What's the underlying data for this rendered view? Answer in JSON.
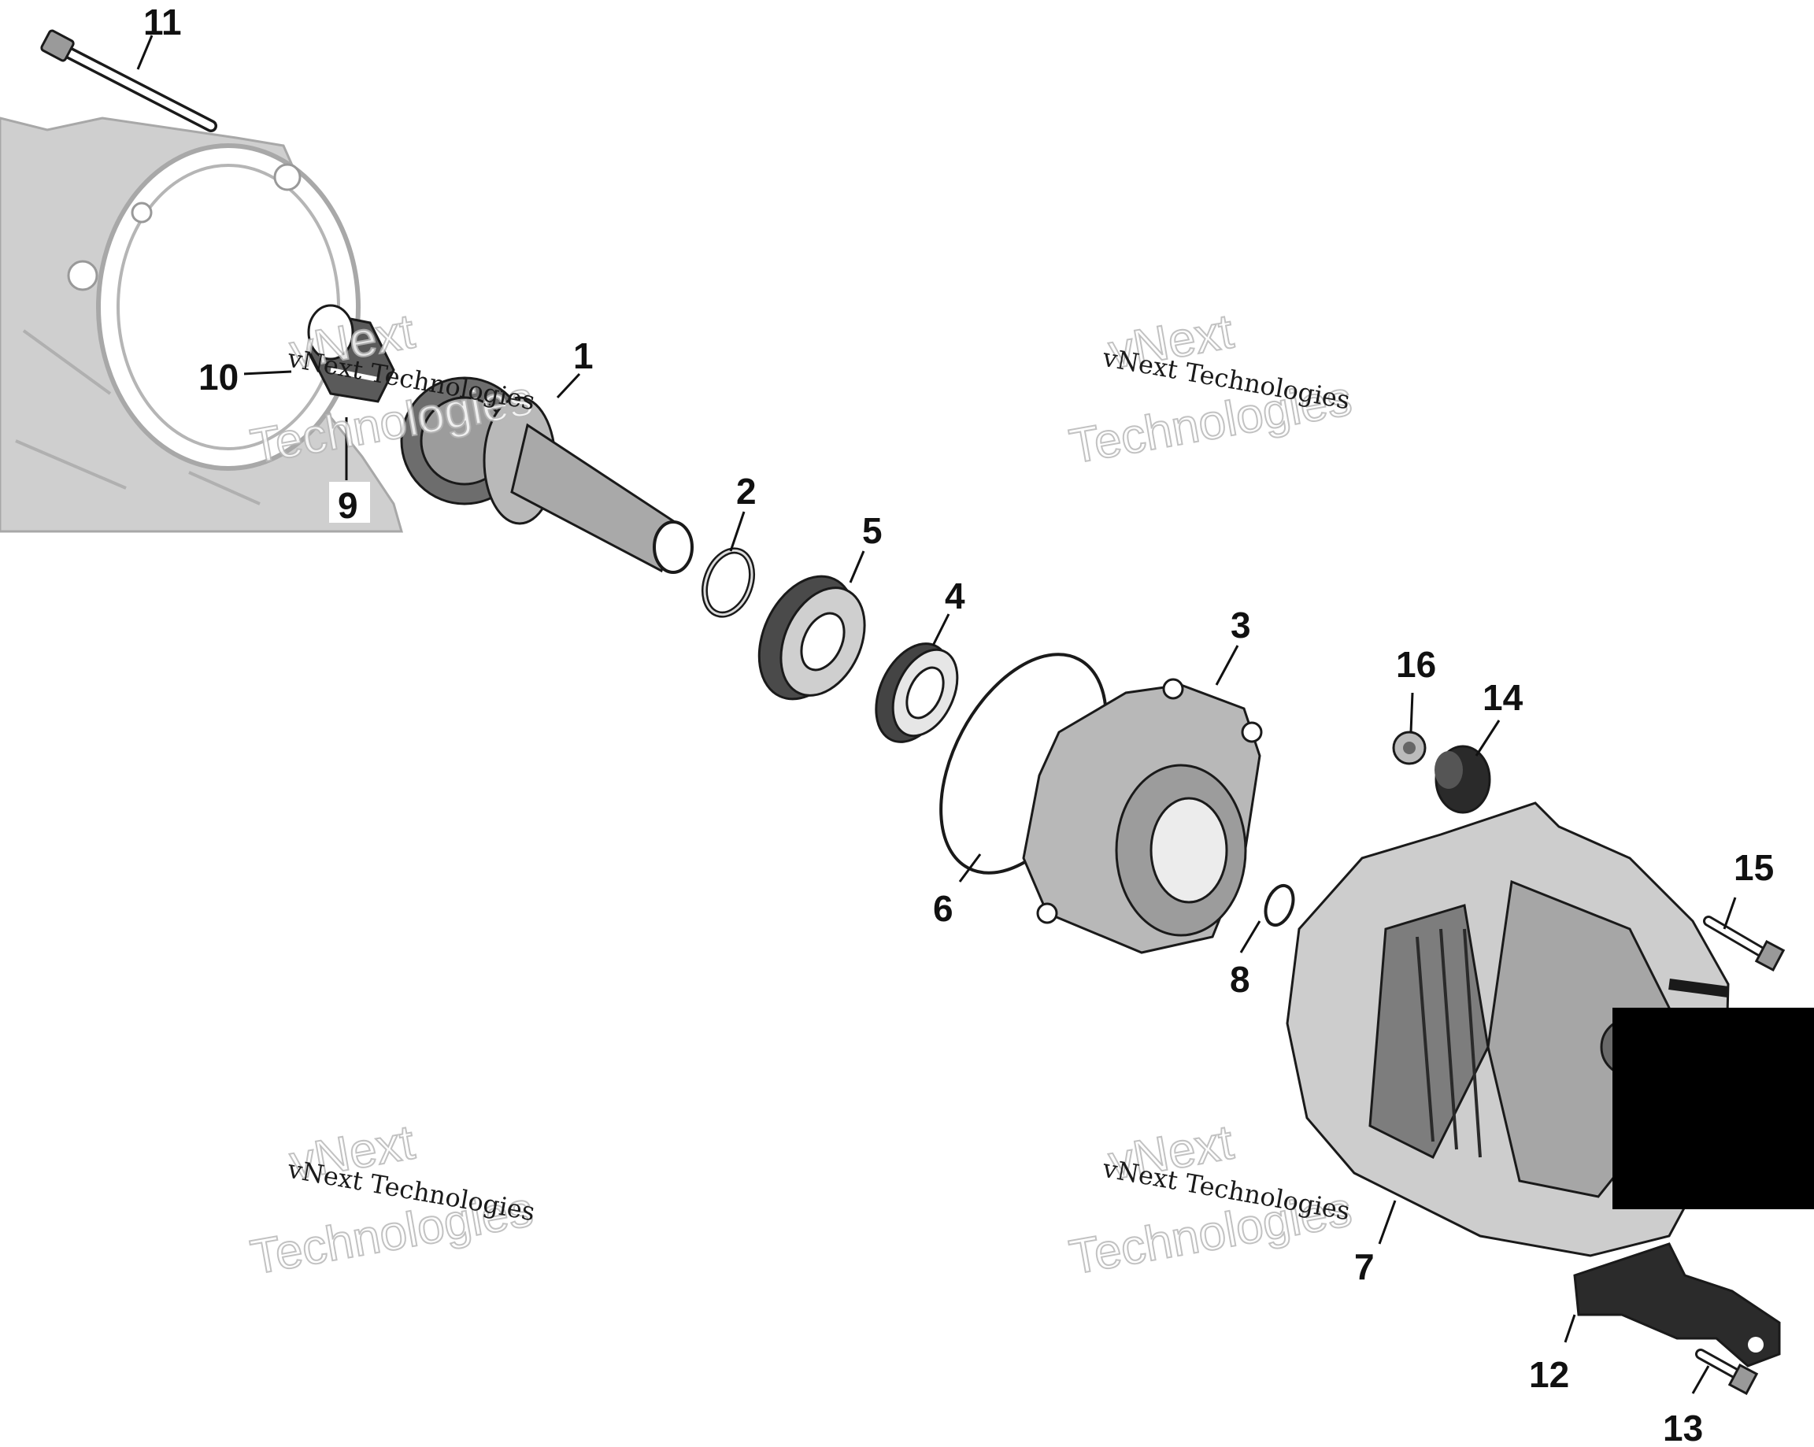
{
  "callouts": [
    "1",
    "2",
    "3",
    "4",
    "5",
    "6",
    "7",
    "8",
    "9",
    "10",
    "11",
    "12",
    "13",
    "14",
    "15",
    "16"
  ],
  "watermark": {
    "line1": "vNext Technologies",
    "line2": "vNext",
    "line3": "Technologies"
  },
  "colors": {
    "housing": "#c8c8c8",
    "part": "#8a8a8a",
    "dark": "#1a1a1a",
    "redaction": "#000000"
  }
}
